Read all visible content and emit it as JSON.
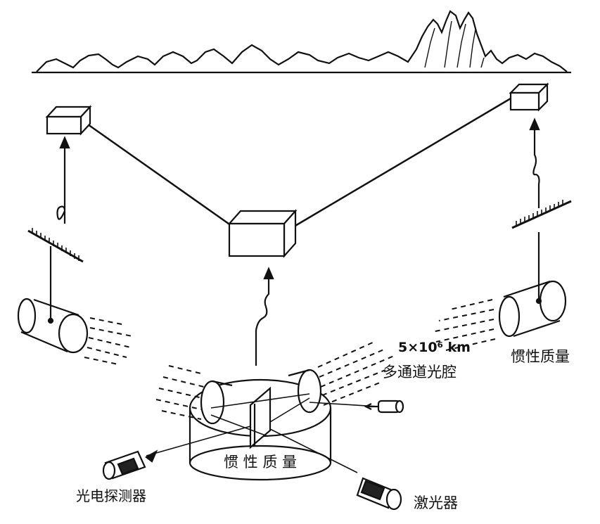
{
  "labels": {
    "distance": "5×10⁶ km",
    "multichannel_cavity": "多通道光腔",
    "inertial_mass_right": "惯性质量",
    "inertial_mass_center": "惯 性 质 量",
    "photodetector": "光电探测器",
    "laser": "激光器"
  },
  "colors": {
    "ink": "#111111",
    "paper": "#ffffff"
  }
}
